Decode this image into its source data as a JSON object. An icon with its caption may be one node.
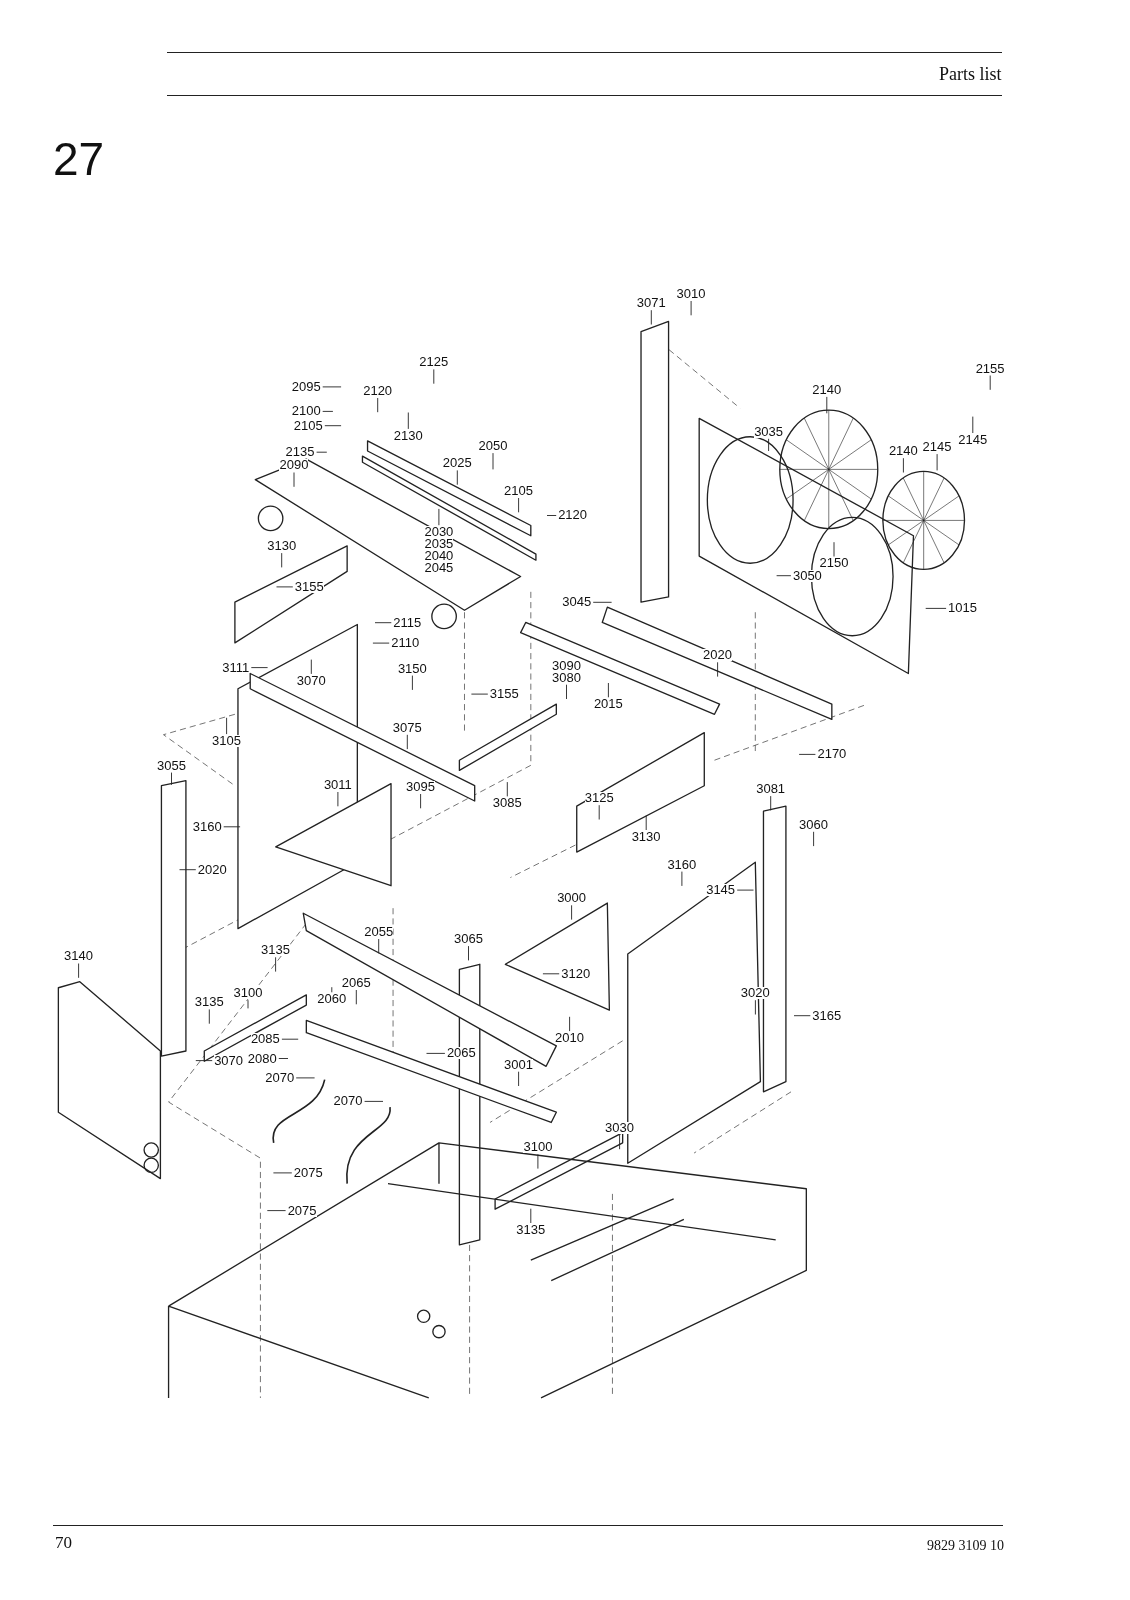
{
  "diagram": {
    "nodes": [
      {
        "text": [
          "3071"
        ]
      },
      {
        "text": [
          "3010"
        ]
      },
      {
        "text": [
          "2125"
        ]
      },
      {
        "text": [
          "2155"
        ]
      },
      {
        "text": [
          "2095"
        ]
      },
      {
        "text": [
          "2120"
        ]
      },
      {
        "text": [
          "2140"
        ]
      },
      {
        "text": [
          "2100"
        ]
      },
      {
        "text": [
          "2130"
        ]
      },
      {
        "text": [
          "3035"
        ]
      },
      {
        "text": [
          "2105"
        ]
      },
      {
        "text": [
          "2140"
        ]
      },
      {
        "text": [
          "2145"
        ]
      },
      {
        "text": [
          "2145"
        ]
      },
      {
        "text": [
          "2135"
        ]
      },
      {
        "text": [
          "2050"
        ]
      },
      {
        "text": [
          "2090"
        ]
      },
      {
        "text": [
          "2025"
        ]
      },
      {
        "text": [
          "2105"
        ]
      },
      {
        "text": [
          "2120"
        ]
      },
      {
        "text": [
          "2030",
          "2035",
          "2040",
          "2045"
        ]
      },
      {
        "text": [
          "3130"
        ]
      },
      {
        "text": [
          "3155"
        ]
      },
      {
        "text": [
          "2150"
        ]
      },
      {
        "text": [
          "3050"
        ]
      },
      {
        "text": [
          "3045"
        ]
      },
      {
        "text": [
          "1015"
        ]
      },
      {
        "text": [
          "2115"
        ]
      },
      {
        "text": [
          "2110"
        ]
      },
      {
        "text": [
          "2020"
        ]
      },
      {
        "text": [
          "3111"
        ]
      },
      {
        "text": [
          "3150"
        ]
      },
      {
        "text": [
          "3090",
          "3080"
        ]
      },
      {
        "text": [
          "3070"
        ]
      },
      {
        "text": [
          "3155"
        ]
      },
      {
        "text": [
          "2015"
        ]
      },
      {
        "text": [
          "3075"
        ]
      },
      {
        "text": [
          "3105"
        ]
      },
      {
        "text": [
          "2170"
        ]
      },
      {
        "text": [
          "3055"
        ]
      },
      {
        "text": [
          "3011"
        ]
      },
      {
        "text": [
          "3095"
        ]
      },
      {
        "text": [
          "3081"
        ]
      },
      {
        "text": [
          "3125"
        ]
      },
      {
        "text": [
          "3085"
        ]
      },
      {
        "text": [
          "3060"
        ]
      },
      {
        "text": [
          "3160"
        ]
      },
      {
        "text": [
          "3130"
        ]
      },
      {
        "text": [
          "3160"
        ]
      },
      {
        "text": [
          "2020"
        ]
      },
      {
        "text": [
          "3145"
        ]
      },
      {
        "text": [
          "3000"
        ]
      },
      {
        "text": [
          "2055"
        ]
      },
      {
        "text": [
          "3065"
        ]
      },
      {
        "text": [
          "3135"
        ]
      },
      {
        "text": [
          "3140"
        ]
      },
      {
        "text": [
          "3120"
        ]
      },
      {
        "text": [
          "2065"
        ]
      },
      {
        "text": [
          "3020"
        ]
      },
      {
        "text": [
          "3100"
        ]
      },
      {
        "text": [
          "2060"
        ]
      },
      {
        "text": [
          "3135"
        ]
      },
      {
        "text": [
          "3165"
        ]
      },
      {
        "text": [
          "2010"
        ]
      },
      {
        "text": [
          "2085"
        ]
      },
      {
        "text": [
          "2065"
        ]
      },
      {
        "text": [
          "2080"
        ]
      },
      {
        "text": [
          "3070"
        ]
      },
      {
        "text": [
          "3001"
        ]
      },
      {
        "text": [
          "2070"
        ]
      },
      {
        "text": [
          "2070"
        ]
      },
      {
        "text": [
          "3030"
        ]
      },
      {
        "text": [
          "3100"
        ]
      },
      {
        "text": [
          "2075"
        ]
      },
      {
        "text": [
          "2075"
        ]
      },
      {
        "text": [
          "3135"
        ]
      }
    ],
    "edges": [
      {
        "from": 0,
        "to": null,
        "arrow": "none"
      },
      {
        "from": 1,
        "to": null,
        "arrow": "none"
      },
      {
        "from": 2,
        "to": null,
        "arrow": "none"
      },
      {
        "from": 3,
        "to": null,
        "arrow": "none"
      },
      {
        "from": 4,
        "to": null,
        "arrow": "none"
      },
      {
        "from": 5,
        "to": null,
        "arrow": "none"
      },
      {
        "from": 6,
        "to": null,
        "arrow": "none"
      },
      {
        "from": 7,
        "to": null,
        "arrow": "none"
      },
      {
        "from": 8,
        "to": null,
        "arrow": "none"
      },
      {
        "from": 9,
        "to": null,
        "arrow": "none"
      },
      {
        "from": 10,
        "to": null,
        "arrow": "none"
      },
      {
        "from": 11,
        "to": null,
        "arrow": "none"
      },
      {
        "from": 12,
        "to": null,
        "arrow": "none"
      },
      {
        "from": 13,
        "to": null,
        "arrow": "none"
      },
      {
        "from": 14,
        "to": null,
        "arrow": "none"
      },
      {
        "from": 15,
        "to": null,
        "arrow": "none"
      },
      {
        "from": 16,
        "to": null,
        "arrow": "none"
      },
      {
        "from": 17,
        "to": null,
        "arrow": "none"
      },
      {
        "from": 18,
        "to": null,
        "arrow": "none"
      },
      {
        "from": 19,
        "to": null,
        "arrow": "none"
      },
      {
        "from": 20,
        "to": null,
        "arrow": "none"
      },
      {
        "from": 21,
        "to": null,
        "arrow": "none"
      },
      {
        "from": 22,
        "to": null,
        "arrow": "none"
      },
      {
        "from": 23,
        "to": null,
        "arrow": "none"
      },
      {
        "from": 24,
        "to": null,
        "arrow": "none"
      },
      {
        "from": 25,
        "to": null,
        "arrow": "none"
      },
      {
        "from": 26,
        "to": null,
        "arrow": "none"
      },
      {
        "from": 27,
        "to": null,
        "arrow": "none"
      },
      {
        "from": 28,
        "to": null,
        "arrow": "none"
      },
      {
        "from": 29,
        "to": null,
        "arrow": "none"
      },
      {
        "from": 30,
        "to": null,
        "arrow": "none"
      },
      {
        "from": 31,
        "to": null,
        "arrow": "none"
      },
      {
        "from": 32,
        "to": null,
        "arrow": "none"
      },
      {
        "from": 33,
        "to": null,
        "arrow": "none"
      },
      {
        "from": 34,
        "to": null,
        "arrow": "none"
      },
      {
        "from": 35,
        "to": null,
        "arrow": "none"
      },
      {
        "from": 36,
        "to": null,
        "arrow": "none"
      },
      {
        "from": 37,
        "to": null,
        "arrow": "none"
      },
      {
        "from": 38,
        "to": null,
        "arrow": "none"
      },
      {
        "from": 39,
        "to": null,
        "arrow": "none"
      },
      {
        "from": 40,
        "to": null,
        "arrow": "none"
      },
      {
        "from": 41,
        "to": null,
        "arrow": "none"
      },
      {
        "from": 42,
        "to": null,
        "arrow": "none"
      },
      {
        "from": 43,
        "to": null,
        "arrow": "none"
      },
      {
        "from": 44,
        "to": null,
        "arrow": "none"
      },
      {
        "from": 45,
        "to": null,
        "arrow": "none"
      },
      {
        "from": 46,
        "to": null,
        "arrow": "none"
      },
      {
        "from": 47,
        "to": null,
        "arrow": "none"
      },
      {
        "from": 48,
        "to": null,
        "arrow": "none"
      },
      {
        "from": 49,
        "to": null,
        "arrow": "none"
      },
      {
        "from": 50,
        "to": null,
        "arrow": "none"
      },
      {
        "from": 51,
        "to": null,
        "arrow": "none"
      },
      {
        "from": 52,
        "to": null,
        "arrow": "none"
      },
      {
        "from": 53,
        "to": null,
        "arrow": "none"
      },
      {
        "from": 54,
        "to": null,
        "arrow": "none"
      },
      {
        "from": 55,
        "to": null,
        "arrow": "none"
      },
      {
        "from": 56,
        "to": null,
        "arrow": "none"
      },
      {
        "from": 57,
        "to": null,
        "arrow": "none"
      },
      {
        "from": 58,
        "to": null,
        "arrow": "none"
      },
      {
        "from": 59,
        "to": null,
        "arrow": "none"
      },
      {
        "from": 60,
        "to": null,
        "arrow": "none"
      },
      {
        "from": 61,
        "to": null,
        "arrow": "none"
      },
      {
        "from": 62,
        "to": null,
        "arrow": "none"
      },
      {
        "from": 63,
        "to": null,
        "arrow": "none"
      },
      {
        "from": 64,
        "to": null,
        "arrow": "none"
      },
      {
        "from": 65,
        "to": null,
        "arrow": "none"
      },
      {
        "from": 66,
        "to": null,
        "arrow": "none"
      },
      {
        "from": 67,
        "to": null,
        "arrow": "none"
      },
      {
        "from": 68,
        "to": null,
        "arrow": "none"
      },
      {
        "from": 69,
        "to": null,
        "arrow": "none"
      },
      {
        "from": 70,
        "to": null,
        "arrow": "none"
      },
      {
        "from": 71,
        "to": null,
        "arrow": "none"
      },
      {
        "from": 72,
        "to": null,
        "arrow": "none"
      },
      {
        "from": 73,
        "to": null,
        "arrow": "none"
      },
      {
        "from": 74,
        "to": null,
        "arrow": "none"
      },
      {
        "from": 75,
        "to": null,
        "arrow": "none"
      }
    ],
    "labels": [
      "Parts list",
      "27",
      "70",
      "9829 3109 10"
    ]
  }
}
